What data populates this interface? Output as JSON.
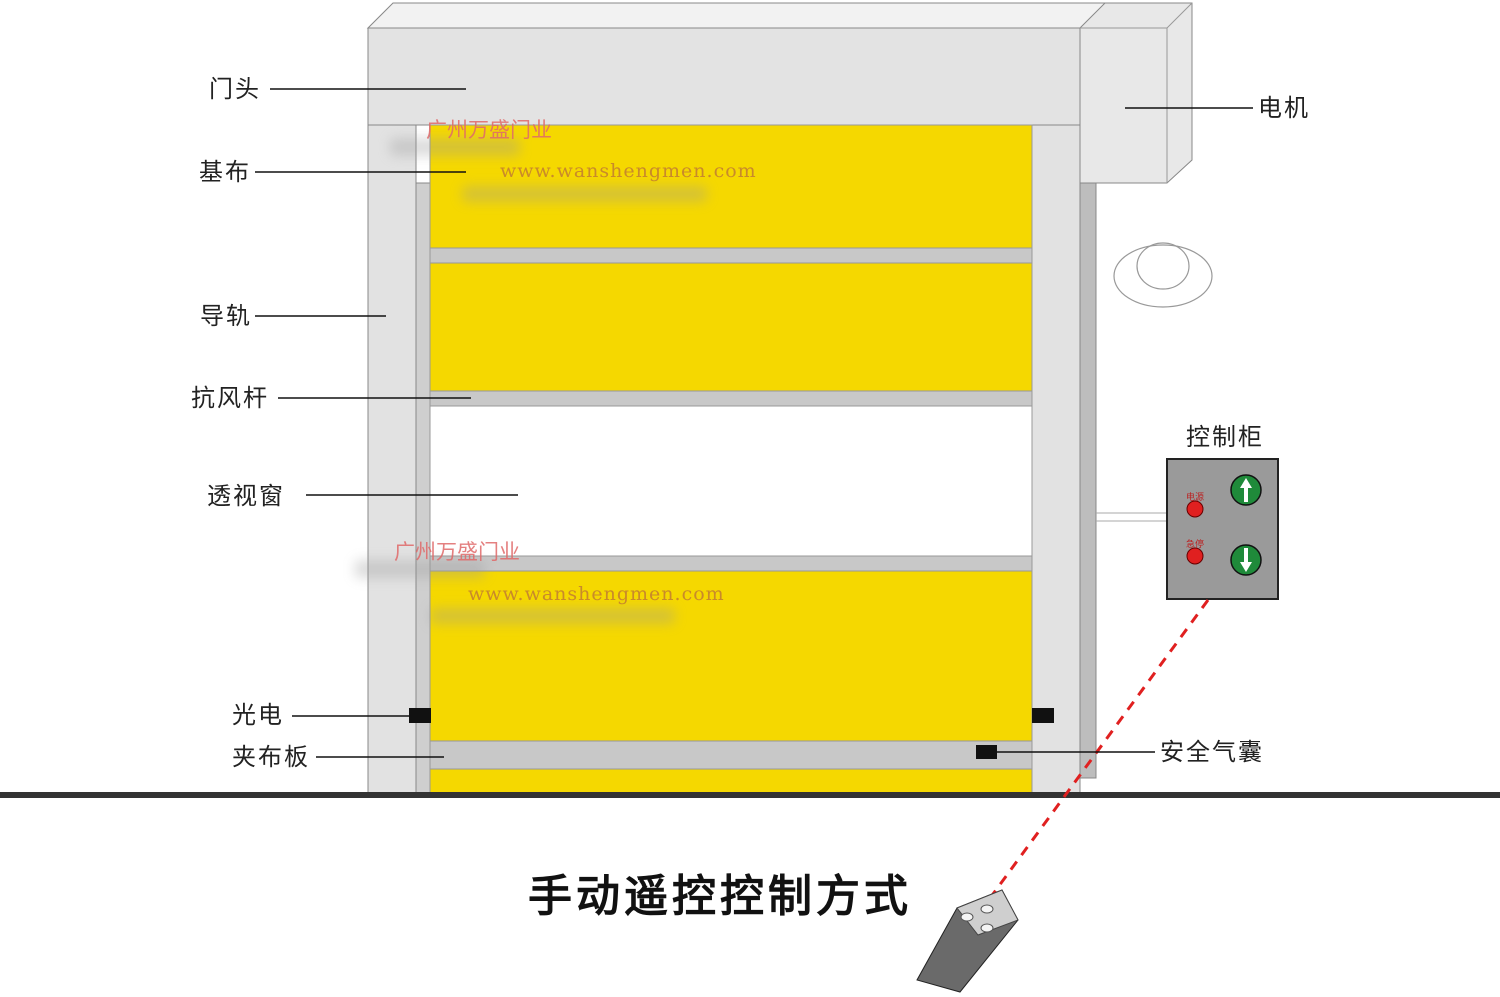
{
  "labels": {
    "door_head": "门头",
    "base_fabric": "基布",
    "guide_rail": "导轨",
    "wind_bar": "抗风杆",
    "window": "透视窗",
    "photo_sensor": "光电",
    "clamp_plate": "夹布板",
    "motor": "电机",
    "control_box": "控制柜",
    "airbag": "安全气囊"
  },
  "control_panel": {
    "btn1_label": "电源",
    "btn2_label": "急停"
  },
  "watermark": {
    "company": "广州万盛门业",
    "url": "www.wanshengmen.com"
  },
  "title": "手动遥控控制方式",
  "colors": {
    "fabric": "#f5d800",
    "frame": "#e2e2e2",
    "bar": "#c8c8c8",
    "indicator_red": "#e02020",
    "arrow_green": "#1f8a3a",
    "laser": "#e02020"
  },
  "icons": {
    "up": "arrow-up-icon",
    "down": "arrow-down-icon"
  }
}
